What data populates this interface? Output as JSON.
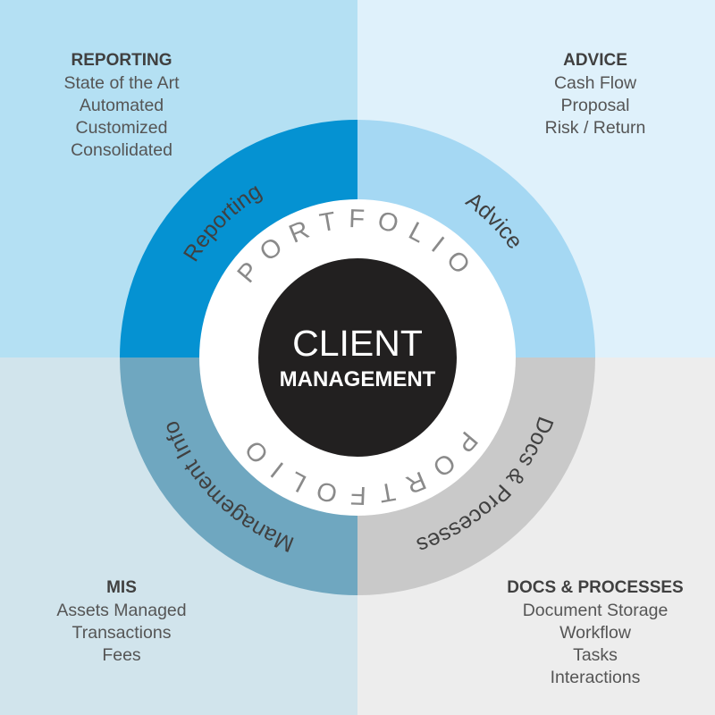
{
  "center": {
    "line1": "CLIENT",
    "line2": "MANAGEMENT"
  },
  "ring": {
    "top": "PORTFOLIO",
    "bottom": "PORTFOLIO"
  },
  "segments": [
    {
      "key": "reporting",
      "label": "Reporting",
      "color": "#0592d2",
      "text_color": "#404040"
    },
    {
      "key": "advice",
      "label": "Advice",
      "color": "#a5d8f3",
      "text_color": "#404040"
    },
    {
      "key": "docs",
      "label": "Docs & Processes",
      "color": "#c9c9c9",
      "text_color": "#404040"
    },
    {
      "key": "mis",
      "label": "Management Info",
      "color": "#6fa7c0",
      "text_color": "#404040"
    }
  ],
  "quadrants": {
    "reporting": {
      "heading": "REPORTING",
      "items": [
        "State of the Art",
        "Automated",
        "Customized",
        "Consolidated"
      ]
    },
    "advice": {
      "heading": "ADVICE",
      "items": [
        "Cash Flow",
        "Proposal",
        "Risk / Return"
      ]
    },
    "mis": {
      "heading": "MIS",
      "items": [
        "Assets Managed",
        "Transactions",
        "Fees"
      ]
    },
    "docs": {
      "heading": "DOCS & PROCESSES",
      "items": [
        "Document Storage",
        "Workflow",
        "Tasks",
        "Interactions"
      ]
    }
  },
  "colors": {
    "center_fill": "#222020",
    "center_text": "#ffffff",
    "ring_fill": "#ffffff",
    "ring_text": "#8a8a8a"
  }
}
